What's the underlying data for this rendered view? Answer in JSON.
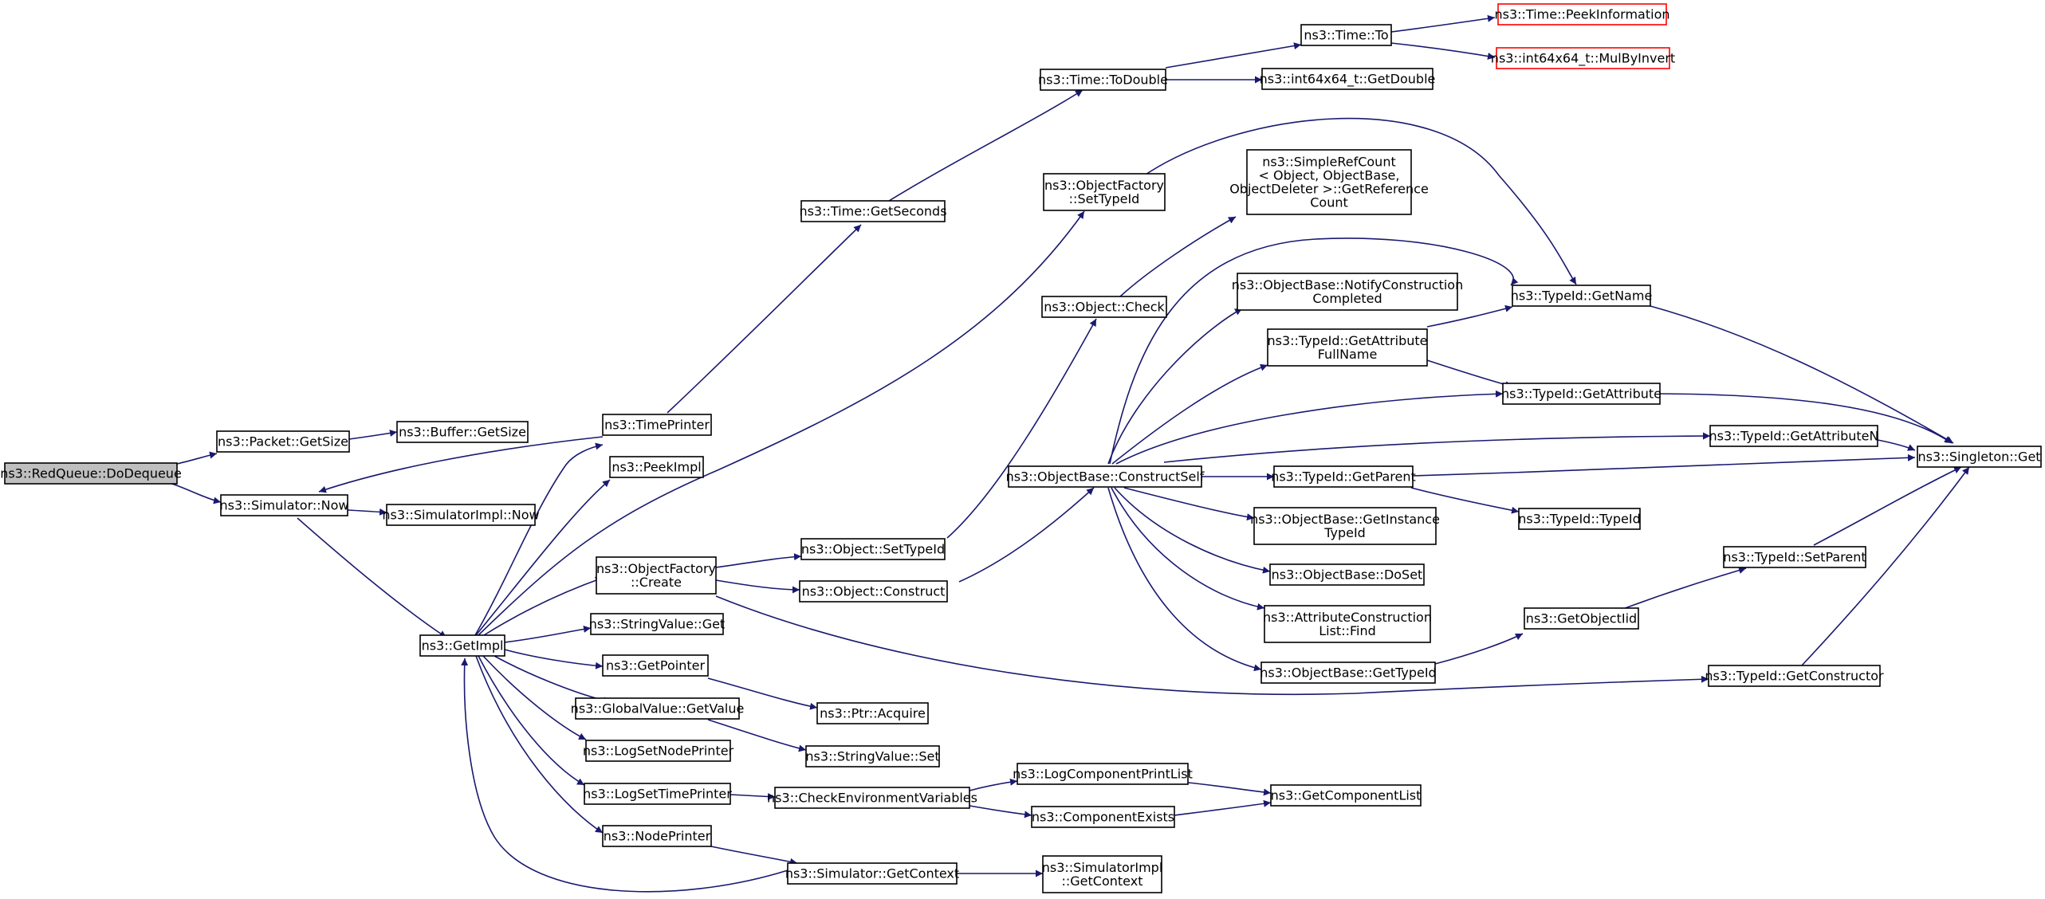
{
  "colors": {
    "edge": "#191970",
    "node_border": "#000000",
    "root_fill": "#bfbfbf",
    "external_border": "#ff0000"
  },
  "nodes": {
    "dodequeue": {
      "lines": [
        "ns3::RedQueue::DoDequeue"
      ],
      "root": true
    },
    "packet_getsize": {
      "lines": [
        "ns3::Packet::GetSize"
      ]
    },
    "buffer_getsize": {
      "lines": [
        "ns3::Buffer::GetSize"
      ]
    },
    "simulator_now": {
      "lines": [
        "ns3::Simulator::Now"
      ]
    },
    "simulatorimpl_now": {
      "lines": [
        "ns3::SimulatorImpl::Now"
      ]
    },
    "getimpl": {
      "lines": [
        "ns3::GetImpl"
      ]
    },
    "timeprinter": {
      "lines": [
        "ns3::TimePrinter"
      ]
    },
    "peekimpl": {
      "lines": [
        "ns3::PeekImpl"
      ]
    },
    "objectfactory_create": {
      "lines": [
        "ns3::ObjectFactory",
        "::Create"
      ]
    },
    "stringvalue_get": {
      "lines": [
        "ns3::StringValue::Get"
      ]
    },
    "getpointer": {
      "lines": [
        "ns3::GetPointer"
      ]
    },
    "globalvalue_getvalue": {
      "lines": [
        "ns3::GlobalValue::GetValue"
      ]
    },
    "logsetnodeprinter": {
      "lines": [
        "ns3::LogSetNodePrinter"
      ]
    },
    "logsettimeprinter": {
      "lines": [
        "ns3::LogSetTimePrinter"
      ]
    },
    "nodeprinter": {
      "lines": [
        "ns3::NodePrinter"
      ]
    },
    "time_getseconds": {
      "lines": [
        "ns3::Time::GetSeconds"
      ]
    },
    "object_settypeid": {
      "lines": [
        "ns3::Object::SetTypeId"
      ]
    },
    "object_construct": {
      "lines": [
        "ns3::Object::Construct"
      ]
    },
    "ptr_acquire": {
      "lines": [
        "ns3::Ptr::Acquire"
      ]
    },
    "stringvalue_set": {
      "lines": [
        "ns3::StringValue::Set"
      ]
    },
    "checkenv": {
      "lines": [
        "ns3::CheckEnvironmentVariables"
      ]
    },
    "simulator_getcontext": {
      "lines": [
        "ns3::Simulator::GetContext"
      ]
    },
    "time_todouble": {
      "lines": [
        "ns3::Time::ToDouble"
      ]
    },
    "objectfactory_settypeid": {
      "lines": [
        "ns3::ObjectFactory",
        "::SetTypeId"
      ]
    },
    "object_check": {
      "lines": [
        "ns3::Object::Check"
      ]
    },
    "constructself": {
      "lines": [
        "ns3::ObjectBase::ConstructSelf"
      ]
    },
    "logcomponentprintlist": {
      "lines": [
        "ns3::LogComponentPrintList"
      ]
    },
    "componentexists": {
      "lines": [
        "ns3::ComponentExists"
      ]
    },
    "simulatorimpl_getcontext": {
      "lines": [
        "ns3::SimulatorImpl",
        "::GetContext"
      ]
    },
    "time_to": {
      "lines": [
        "ns3::Time::To"
      ]
    },
    "int64_getdouble": {
      "lines": [
        "ns3::int64x64_t::GetDouble"
      ]
    },
    "simplerefcount": {
      "lines": [
        "ns3::SimpleRefCount",
        "< Object, ObjectBase,",
        " ObjectDeleter >::GetReference",
        "Count"
      ]
    },
    "notifyconstruction": {
      "lines": [
        "ns3::ObjectBase::NotifyConstruction",
        "Completed"
      ]
    },
    "getattributefullname": {
      "lines": [
        "ns3::TypeId::GetAttribute",
        "FullName"
      ]
    },
    "typeid_getparent": {
      "lines": [
        "ns3::TypeId::GetParent"
      ]
    },
    "getinstancetypeid": {
      "lines": [
        "ns3::ObjectBase::GetInstance",
        "TypeId"
      ]
    },
    "doset": {
      "lines": [
        "ns3::ObjectBase::DoSet"
      ]
    },
    "attrconstructionlist_find": {
      "lines": [
        "ns3::AttributeConstruction",
        "List::Find"
      ]
    },
    "objectbase_gettypeid": {
      "lines": [
        "ns3::ObjectBase::GetTypeId"
      ]
    },
    "getcomponentlist": {
      "lines": [
        "ns3::GetComponentList"
      ]
    },
    "time_peekinformation": {
      "lines": [
        "ns3::Time::PeekInformation"
      ],
      "external": true
    },
    "int64_mulbyinvert": {
      "lines": [
        "ns3::int64x64_t::MulByInvert"
      ],
      "external": true
    },
    "typeid_getname": {
      "lines": [
        "ns3::TypeId::GetName"
      ]
    },
    "typeid_getattribute": {
      "lines": [
        "ns3::TypeId::GetAttribute"
      ]
    },
    "typeid_getattributen": {
      "lines": [
        "ns3::TypeId::GetAttributeN"
      ]
    },
    "typeid_typeid": {
      "lines": [
        "ns3::TypeId::TypeId"
      ]
    },
    "typeid_setparent": {
      "lines": [
        "ns3::TypeId::SetParent"
      ]
    },
    "getobjectiid": {
      "lines": [
        "ns3::GetObjectIid"
      ]
    },
    "typeid_getconstructor": {
      "lines": [
        "ns3::TypeId::GetConstructor"
      ]
    },
    "singleton_get": {
      "lines": [
        "ns3::Singleton::Get"
      ]
    }
  }
}
